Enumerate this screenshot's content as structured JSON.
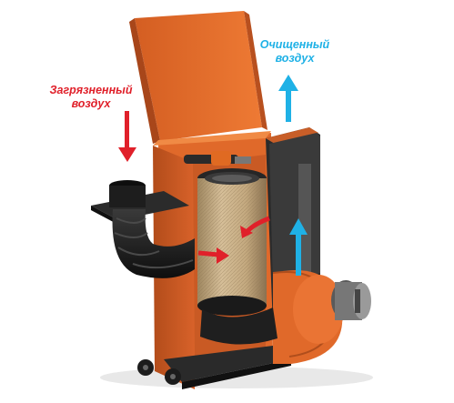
{
  "labels": {
    "dirty_air_line1": "Загрязненный",
    "dirty_air_line2": "воздух",
    "clean_air_line1": "Очищенный",
    "clean_air_line2": "воздух"
  },
  "colors": {
    "dirty_air": "#e0202a",
    "clean_air": "#1fb1e6",
    "housing": "#e0692a",
    "housing_dark": "#a8461a",
    "filter_media": "#c8ae8a",
    "metal_dark": "#1c1c1c"
  },
  "icons": {
    "dirty_air_arrows": "arrow-red",
    "clean_air_arrows": "arrow-blue"
  }
}
